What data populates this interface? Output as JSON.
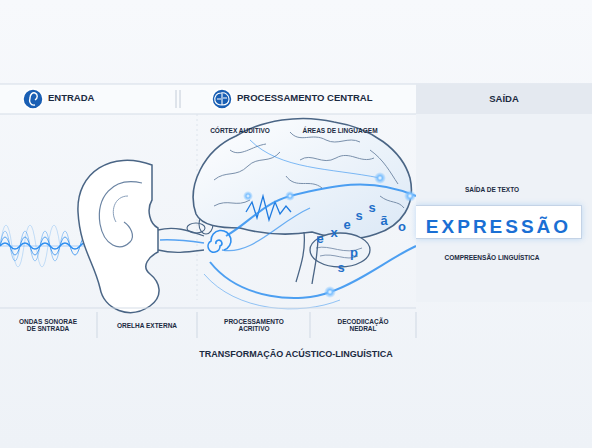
{
  "diagram": {
    "caption": "TRANSFORMAÇÃO ACÚSTICO-LINGUÍSTICA",
    "nodes": [
      {
        "text": [
          "SAÍDA"
        ]
      },
      {
        "text": [
          "EXPRESSÃO"
        ],
        "in": 0
      }
    ],
    "labels": [
      "ENTRADA",
      "PROCESSAMENTO CENTRAL",
      "CÓRTEX AUDITIVO",
      "ÁREAS DE LINGUAGEM",
      "SAÍDA DE TEXTO",
      "COMPREENSÃO LINGUÍSTICA",
      "ONDAS SONORAE DE SNTRADA",
      "ORELHA EXTERNA",
      "PROCESSAMENTO ACRITIVO",
      "DECODIICAÇÃO NEDRAL",
      "e",
      "x",
      "e",
      "s",
      "s",
      "ã",
      "o",
      "p",
      "s"
    ]
  }
}
